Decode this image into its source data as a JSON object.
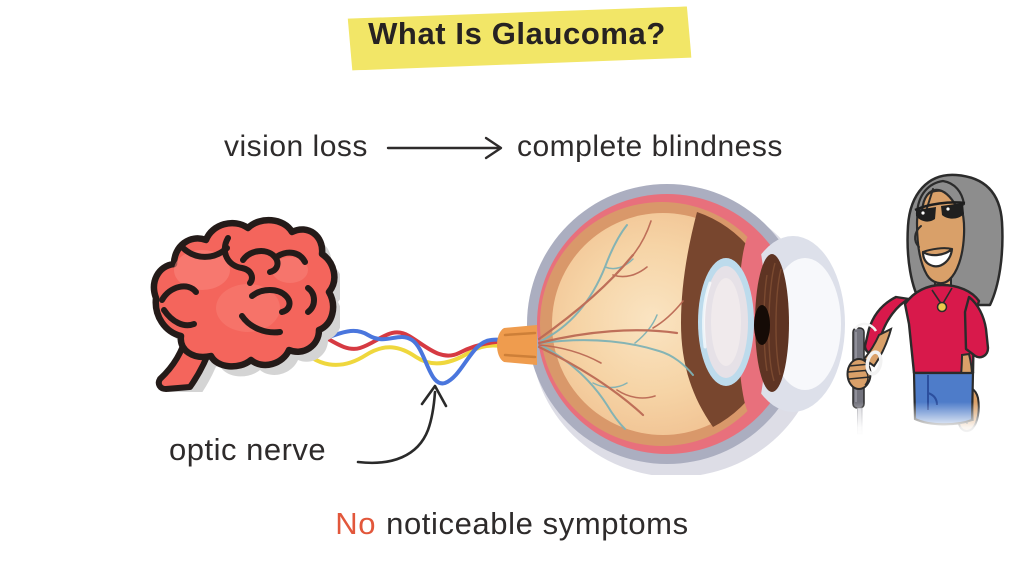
{
  "title": {
    "text": "What Is Glaucoma?"
  },
  "progression": {
    "from": "vision loss",
    "to": "complete blindness"
  },
  "optic_nerve": {
    "label": "optic nerve"
  },
  "symptoms": {
    "highlight": "No",
    "rest": "noticeable symptoms"
  },
  "colors": {
    "background": "#ffffff",
    "text": "#2e2b2b",
    "title_highlight": "#f2e667",
    "symptom_accent": "#e2573b",
    "brain": "#f4655c",
    "nerve_fiber_blue": "#4a76dd",
    "nerve_fiber_red": "#d63a42",
    "nerve_fiber_yellow": "#efd73d",
    "eye_sclera": "#abaec0",
    "eye_choroid_pink": "#e8707c",
    "eye_retina_tan": "#f6d4a6",
    "eye_crescent_brown": "#78462e",
    "optic_stub_orange": "#ef9c4e",
    "woman_shirt": "#d8194b",
    "woman_jeans": "#4e7cc9",
    "woman_hair": "#8d8d8d",
    "woman_skin": "#d9a069"
  }
}
